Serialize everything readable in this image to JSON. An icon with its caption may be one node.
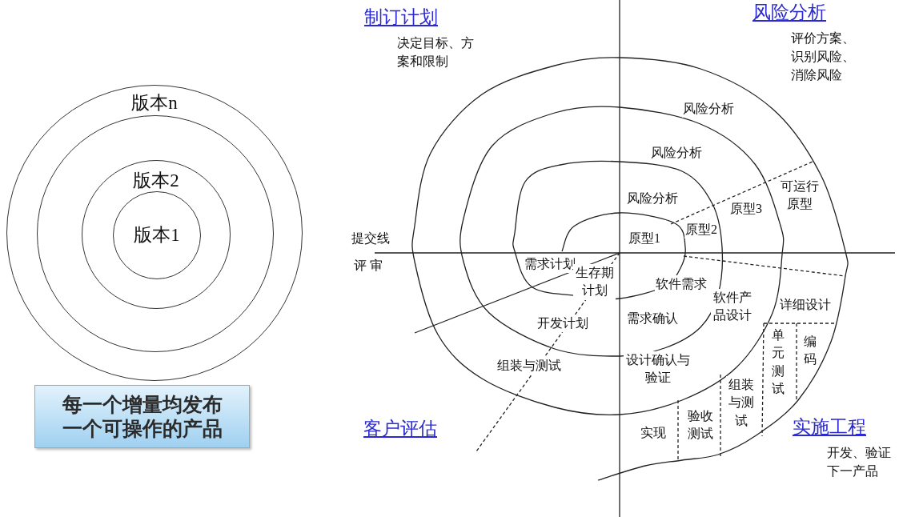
{
  "diagram": {
    "nodes": [
      {
        "text": [
          "版本n"
        ]
      },
      {
        "text": [],
        "shape": "circle",
        "in": 0
      },
      {
        "text": [
          "版本2"
        ],
        "in": 1
      },
      {
        "text": [
          "版本1"
        ],
        "in": 2
      },
      {
        "text": [
          "每一个增量均发布一个可操作的产品"
        ]
      }
    ],
    "labels": [
      "制订计划",
      "风险分析",
      "决定目标、方案和限制",
      "评价方案、识别风险、消除风险",
      "风险分析",
      "风险分析",
      "可运行原型",
      "风险分析",
      "原型3",
      "原型2",
      "提交线",
      "原型1",
      "评 审",
      "需求计划",
      "生存期计划",
      "软件需求",
      "软件产品设计",
      "详细设计",
      "开发计划",
      "需求确认",
      "单元测试",
      "编码",
      "组装与测试",
      "设计确认与验证",
      "组装与测试",
      "验收测试",
      "客户评估",
      "实施工程",
      "实现",
      "开发、验证下一产品"
    ]
  }
}
